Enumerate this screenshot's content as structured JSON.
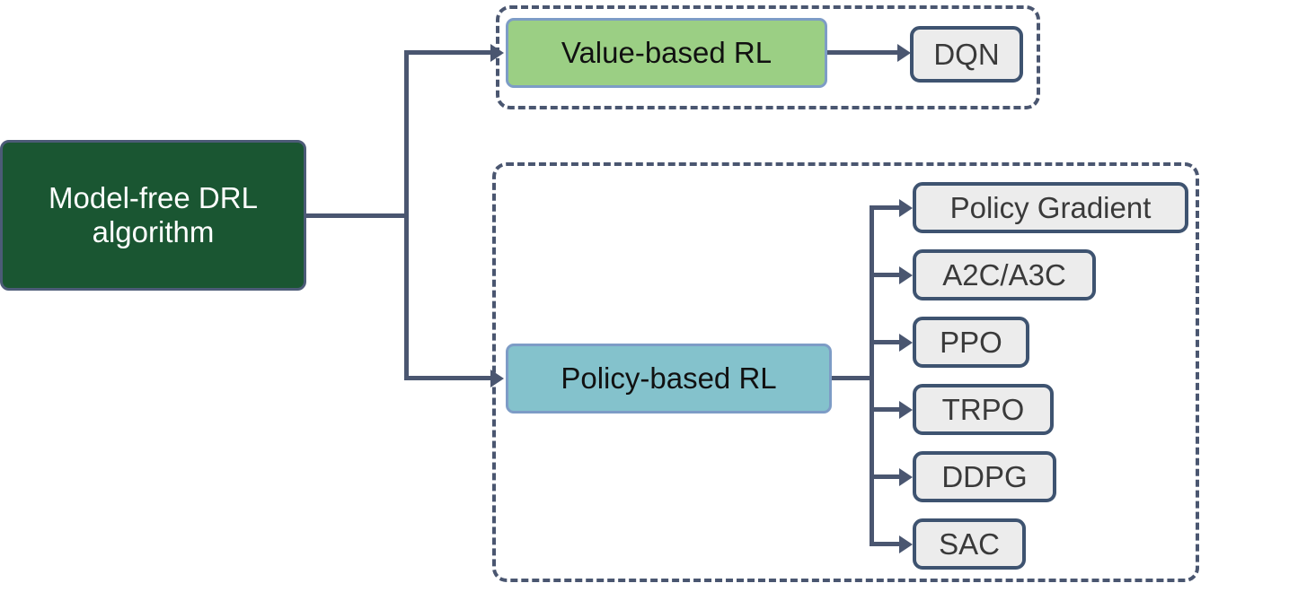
{
  "diagram": {
    "title_node": {
      "label": "Model-free DRL algorithm",
      "color": "#1A5632"
    },
    "branches": [
      {
        "id": "value-based",
        "label": "Value-based RL",
        "color": "#9BCF84",
        "children": [
          {
            "label": "DQN"
          }
        ]
      },
      {
        "id": "policy-based",
        "label": "Policy-based RL",
        "color": "#84C2CC",
        "children": [
          {
            "label": "Policy Gradient"
          },
          {
            "label": "A2C/A3C"
          },
          {
            "label": "PPO"
          },
          {
            "label": "TRPO"
          },
          {
            "label": "DDPG"
          },
          {
            "label": "SAC"
          }
        ]
      }
    ],
    "colors": {
      "connector": "#4A5670",
      "leaf_fill": "#ECECEC",
      "leaf_border": "#3E5370",
      "group_border": "#4A5670",
      "root_text": "#FFFFFF",
      "leaf_text": "#3A3A3A"
    }
  }
}
